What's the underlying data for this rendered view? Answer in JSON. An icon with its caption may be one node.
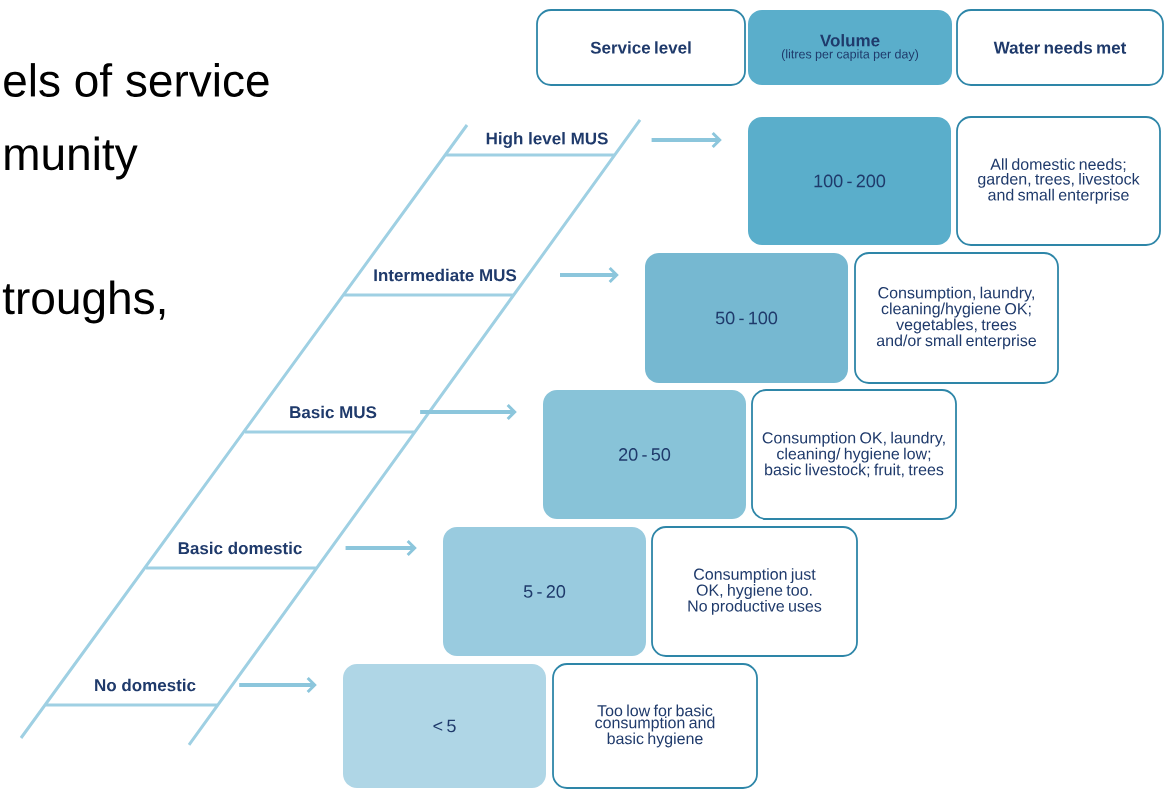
{
  "diagram": {
    "nodes": [
      {
        "text": [
          "Service level"
        ]
      },
      {
        "text": [
          "Volume",
          "(litres per capita per day)"
        ]
      },
      {
        "text": [
          "Water needs met"
        ]
      },
      {
        "text": [
          "High level MUS"
        ]
      },
      {
        "text": [
          "100 - 200"
        ]
      },
      {
        "text": [
          "All domestic needs; garden, trees, livestock and small enterprise"
        ]
      },
      {
        "text": [
          "Intermediate MUS"
        ]
      },
      {
        "text": [
          "50 - 100"
        ]
      },
      {
        "text": [
          "Consumption, laundry, cleaning/hygiene OK; vegetables, trees and/or small enterprise"
        ]
      },
      {
        "text": [
          "Basic MUS"
        ]
      },
      {
        "text": [
          "20 - 50"
        ]
      },
      {
        "text": [
          "Consumption OK, laundry, cleaning/ hygiene low; basic livestock; fruit, trees"
        ]
      },
      {
        "text": [
          "Basic domestic"
        ]
      },
      {
        "text": [
          "5 - 20"
        ]
      },
      {
        "text": [
          "Consumption just OK, hygiene too. No productive uses"
        ]
      },
      {
        "text": [
          "No domestic"
        ]
      },
      {
        "text": [
          "< 5"
        ]
      },
      {
        "text": [
          "Too low for basic consumption and basic hygiene"
        ]
      }
    ],
    "edges": [
      {
        "from": 3,
        "to": 4,
        "arrow": "to"
      },
      {
        "from": 6,
        "to": 7,
        "arrow": "to"
      },
      {
        "from": 9,
        "to": 10,
        "arrow": "to"
      },
      {
        "from": 12,
        "to": 13,
        "arrow": "to"
      },
      {
        "from": 15,
        "to": 16,
        "arrow": "to"
      }
    ],
    "labels": [
      "els of service",
      "munity",
      "troughs,"
    ]
  }
}
